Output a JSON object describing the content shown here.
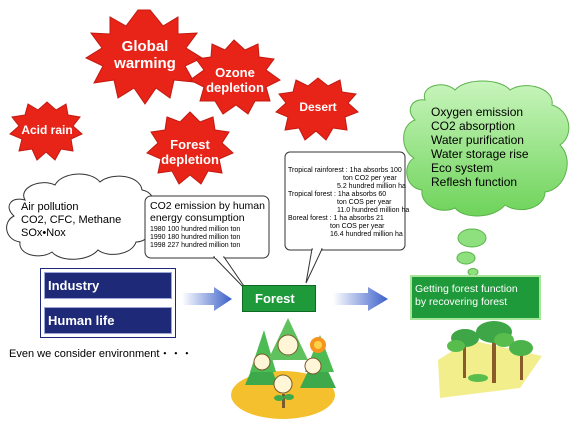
{
  "bursts": {
    "global_warming": "Global\nwarming",
    "ozone_depletion": "Ozone\ndepletion",
    "desert": "Desert",
    "acid_rain": "Acid rain",
    "forest_depletion": "Forest\ndepletion"
  },
  "pollution_bubble": [
    "Air pollution",
    "CO2, CFC, Methane",
    "SOx•Nox"
  ],
  "co2_box": {
    "title": [
      "CO2 emission by human",
      "energy consumption"
    ],
    "rows": [
      "1980  100 hundred million ton",
      "1990  180 hundred million ton",
      "1998  227 hundred million ton"
    ]
  },
  "forest_box": {
    "lines": [
      "Tropical rainforest : 1ha absorbs 100",
      "ton CO2 per year",
      "5.2 hundred million ha",
      "Tropical forest : 1ha absorbs 60",
      "ton COS per year",
      "11.0 hundred million ha",
      "Boreal forest : 1 ha absorbs 21",
      "ton COS per year",
      "16.4 hundred million ha"
    ]
  },
  "functions": [
    "Oxygen emission",
    "CO2 absorption",
    "Water purification",
    "Water storage rise",
    "Eco system",
    "Reflesh function"
  ],
  "industry_box": {
    "industry": "Industry",
    "human_life": "Human life"
  },
  "forest_label": "Forest",
  "recover_label": "Getting forest function\nby recovering forest",
  "footer_text": "Even we consider environment・・・",
  "colors": {
    "burst_red": "#e82318",
    "navy": "#1e2a78",
    "green": "#1f9a3a",
    "arrow_blue": "#3a5fc8",
    "cloud_green": "#8ee07e"
  }
}
